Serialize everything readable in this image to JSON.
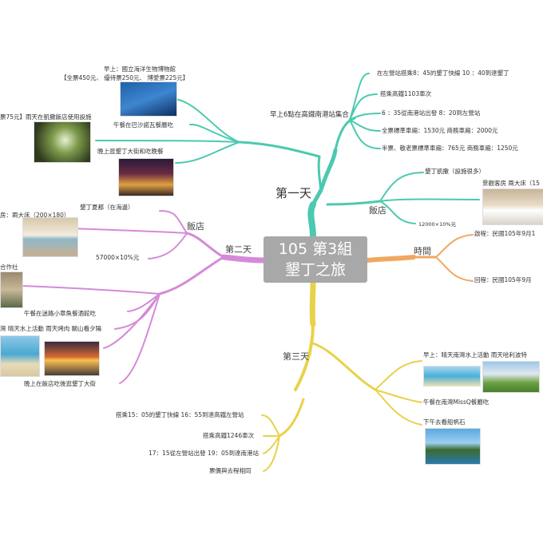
{
  "center": {
    "line1": "105 第3組",
    "line2": "墾丁之旅"
  },
  "colors": {
    "teal": "#4cc9b0",
    "orange": "#f0a860",
    "yellow": "#e8d24a",
    "purple": "#d58ad8",
    "center": "#a8a8a8"
  },
  "day1": {
    "title": "第一天",
    "depart": "早上6點在高鐵南港站集合",
    "depart_items": [
      "在左營站搭乘8：45的墾丁快線 10 ：40到達墾丁",
      "搭乘高鐵1103車次",
      "6 ：35從南港站出發 8：20到左營站",
      "全票標準車廂：1530元 商務車廂：2000元",
      "半票、敬老票標準車廂：765元 商務車廂：1250元"
    ],
    "hotel_title": "飯店",
    "hotel_items": [
      "墾丁凱撒（設施很多）",
      "景觀客房 兩大床（15",
      "12000×10%元"
    ],
    "morning_1": "早上：國立海洋生物博物館",
    "morning_2": "【全票450元、 優待票250元、 博愛票225元】",
    "lunch": "午餐在巴沙諾瓦餐廳吃",
    "rain": "票75元】雨天在凱撒飯店使用設施",
    "evening": "晚上逛墾丁大街和吃晚餐"
  },
  "day2": {
    "title": "第二天",
    "hotel_title": "飯店",
    "hotel_name": "墾丁夏都（在海邊）",
    "room": "房：兩大床（200×180）",
    "price": "57000×10%元",
    "coop": "合作社",
    "lunch": "午餐在迷路小章魚餐酒館吃",
    "activity": "灣 晴天水上活動 雨天烤肉 關山看夕陽",
    "evening": "晚上在飯店吃後逛墾丁大街"
  },
  "time": {
    "title": "時間",
    "go": "啟程：民國105年9月1",
    "back": "回程：民國105年9月"
  },
  "day3": {
    "title": "第三天",
    "morning": "早上：晴天南灣水上活動 雨天哈利波特",
    "lunch": "午餐在南灣MissQ餐廳吃",
    "afternoon": "下午去看船帆石",
    "ret1": "搭乘15：05的墾丁快線 16：55到達高鐵左營站",
    "ret2": "搭乘高鐵1246車次",
    "ret3": "17：15從左營站出發 19：05到達南港站",
    "ret4": "票價與去程相同"
  }
}
